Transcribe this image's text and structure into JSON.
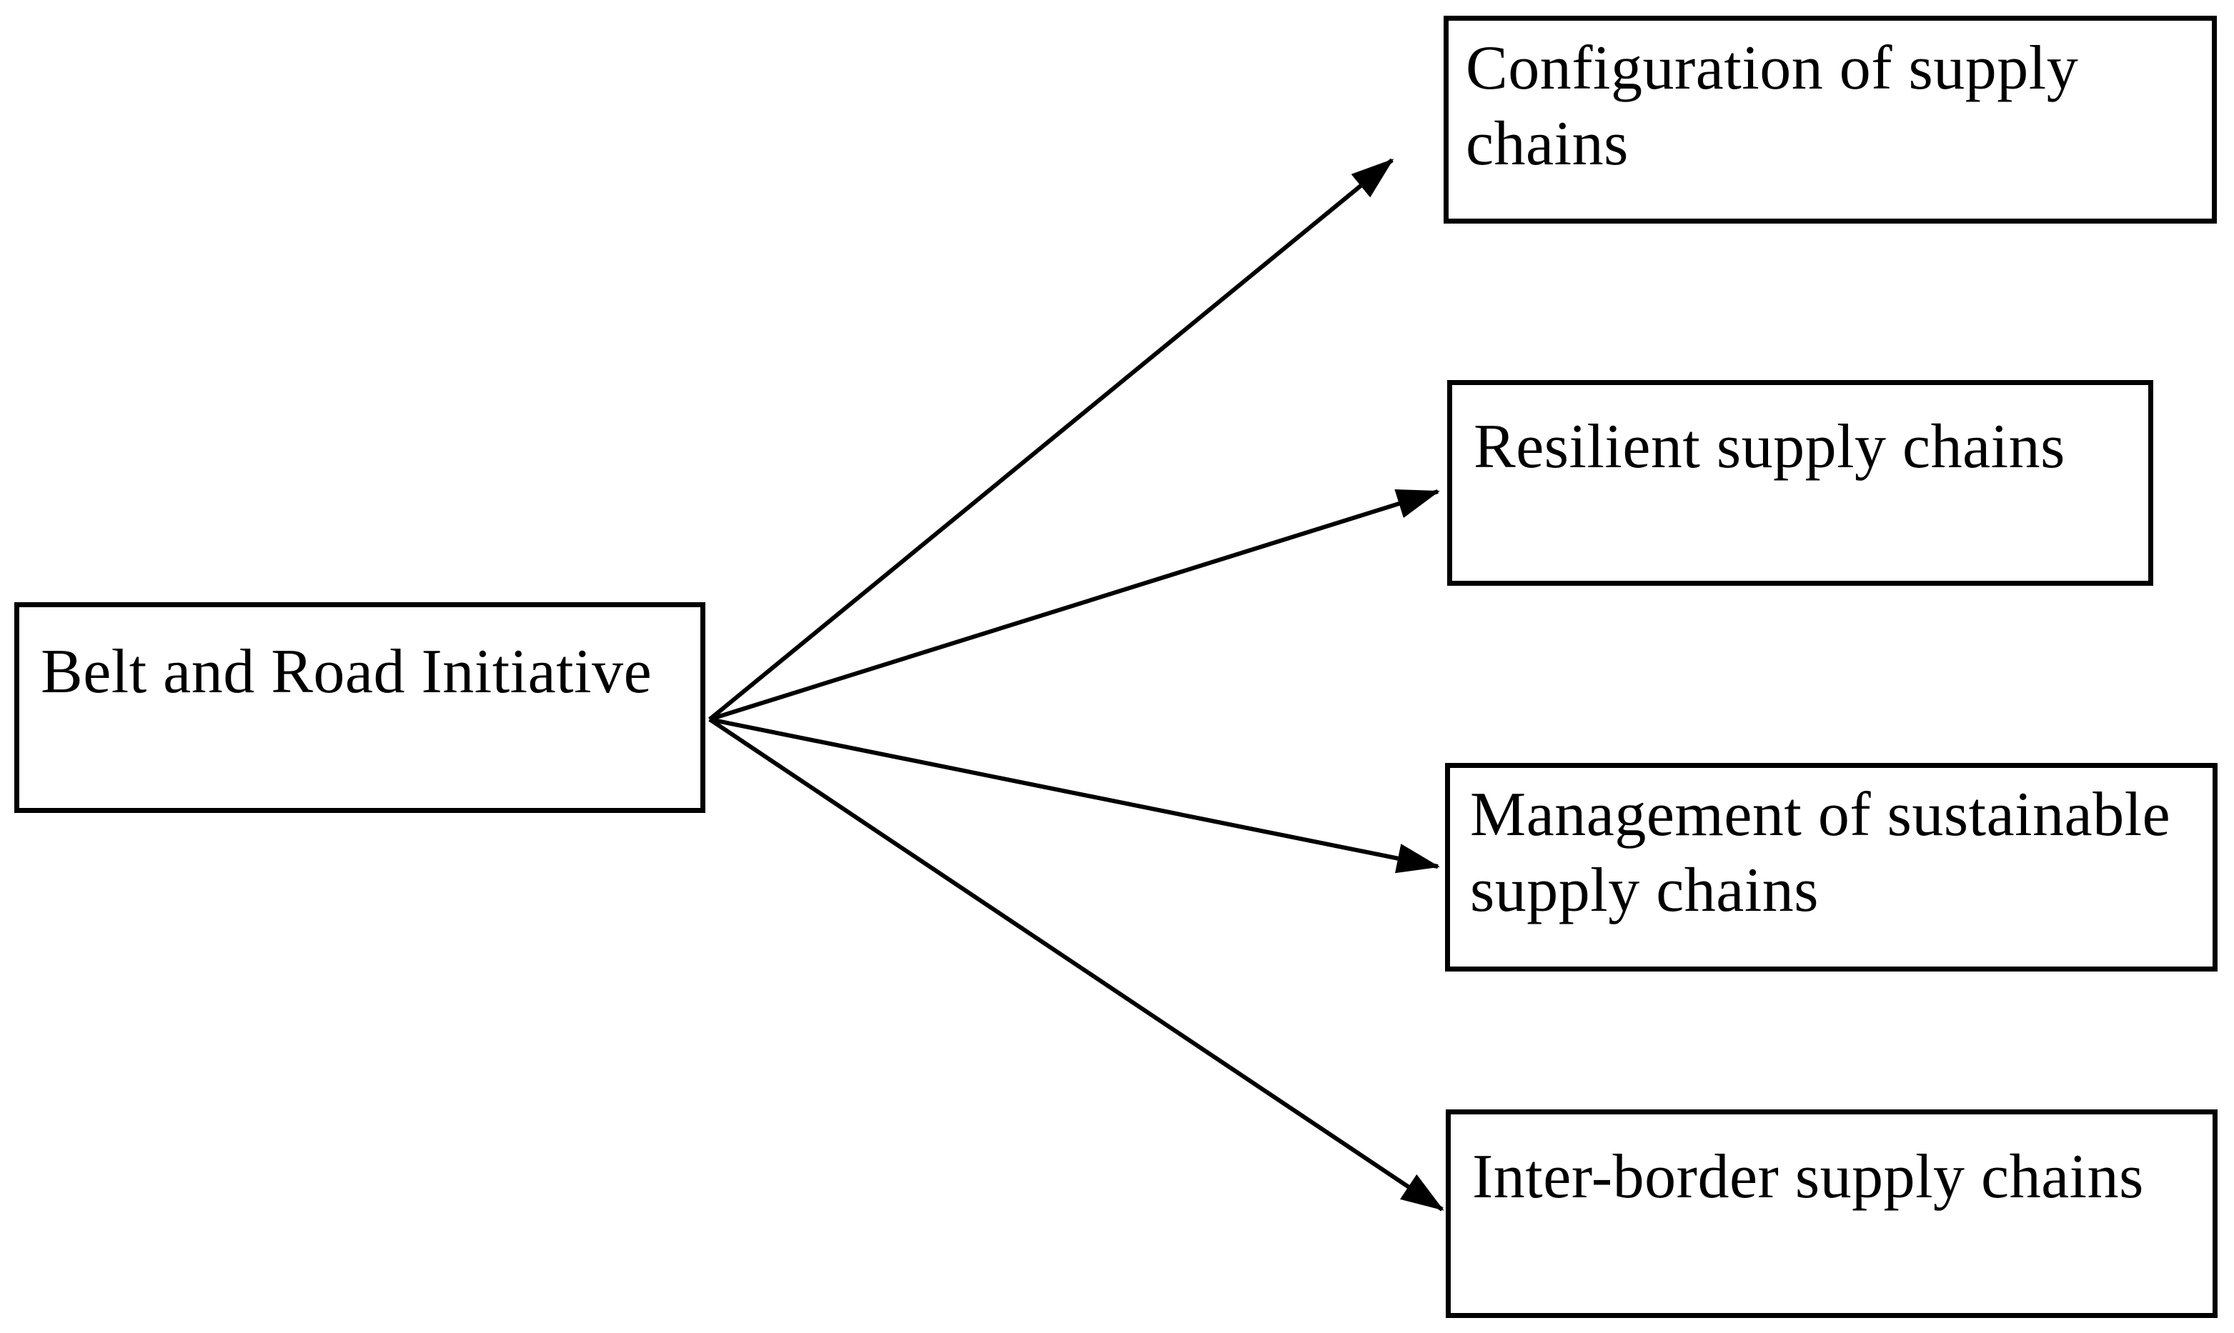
{
  "figure": {
    "type": "flow-diagram",
    "background_color": "#ffffff",
    "stroke_color": "#000000",
    "text_color": "#000000",
    "source_node": {
      "label": "Belt and Road Initiative"
    },
    "target_nodes": [
      {
        "label": "Configuration of supply chains"
      },
      {
        "label": "Resilient supply chains"
      },
      {
        "label": "Management of sustainable supply chains"
      },
      {
        "label": "Inter-border supply chains"
      }
    ],
    "connections": [
      {
        "from": "Belt and Road Initiative",
        "to": "Configuration of supply chains"
      },
      {
        "from": "Belt and Road Initiative",
        "to": "Resilient supply chains"
      },
      {
        "from": "Belt and Road Initiative",
        "to": "Management of sustainable supply chains"
      },
      {
        "from": "Belt and Road Initiative",
        "to": "Inter-border supply chains"
      }
    ]
  }
}
